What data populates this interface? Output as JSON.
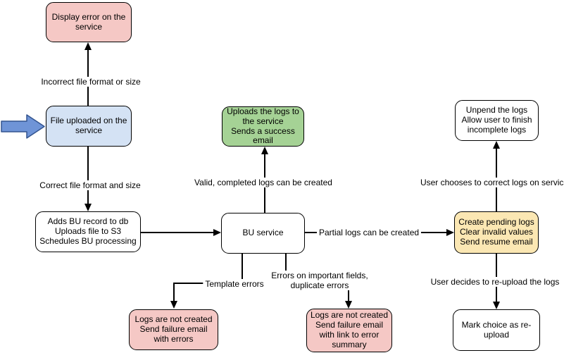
{
  "colors": {
    "background": "#ffffff",
    "border": "#000000",
    "line": "#000000",
    "text": "#000000",
    "node_pink": "#f5c8c5",
    "node_blue": "#d4e2f4",
    "node_green": "#a5d295",
    "node_yellow": "#fbe7b3",
    "node_white": "#ffffff",
    "entry_arrow_fill": "#6f94d7",
    "entry_arrow_stroke": "#33548f"
  },
  "entry_arrow": {
    "icon": "thick-right-arrow",
    "points_to": "file_uploaded"
  },
  "nodes": {
    "display_error": {
      "text": "Display error on the\nservice",
      "color": "pink"
    },
    "file_uploaded": {
      "text": "File uploaded on the\nservice",
      "color": "blue"
    },
    "adds_bu": {
      "text": "Adds BU record to db\nUploads file to S3\nSchedules BU processing",
      "color": "white"
    },
    "bu_service": {
      "text": "BU service",
      "color": "white"
    },
    "uploads_logs": {
      "text": "Uploads the logs to\nthe service\nSends a success\nemail",
      "color": "green"
    },
    "logs_nc_errors": {
      "text": "Logs are not created\nSend failure email\nwith errors",
      "color": "pink"
    },
    "logs_nc_summary": {
      "text": "Logs are not created\nSend failure email\nwith link to error\nsummary",
      "color": "pink"
    },
    "create_pending": {
      "text": "Create pending logs\nClear invalid values\nSend resume email",
      "color": "yellow"
    },
    "unpend": {
      "text": "Unpend the logs\nAllow user to finish\nincomplete logs",
      "color": "white"
    },
    "mark_choice": {
      "text": "Mark choice as re-\nupload",
      "color": "white"
    }
  },
  "edges": {
    "incorrect_format": {
      "label": "Incorrect file format or size",
      "from": "file_uploaded",
      "to": "display_error"
    },
    "correct_format": {
      "label": "Correct file format and size",
      "from": "file_uploaded",
      "to": "adds_bu"
    },
    "to_bu_service": {
      "label": "",
      "from": "adds_bu",
      "to": "bu_service"
    },
    "valid_logs": {
      "label": "Valid, completed logs can be created",
      "from": "bu_service",
      "to": "uploads_logs"
    },
    "partial_logs": {
      "label": "Partial logs can be created",
      "from": "bu_service",
      "to": "create_pending"
    },
    "template_errors": {
      "label": "Template errors",
      "from": "bu_service",
      "to": "logs_nc_errors"
    },
    "important_errors": {
      "label": "Errors on important fields,\nduplicate errors",
      "from": "bu_service",
      "to": "logs_nc_summary"
    },
    "correct_on_service": {
      "label": "User chooses to correct logs on service",
      "from": "create_pending",
      "to": "unpend"
    },
    "reupload": {
      "label": "User decides to re-upload the logs",
      "from": "create_pending",
      "to": "mark_choice"
    }
  }
}
